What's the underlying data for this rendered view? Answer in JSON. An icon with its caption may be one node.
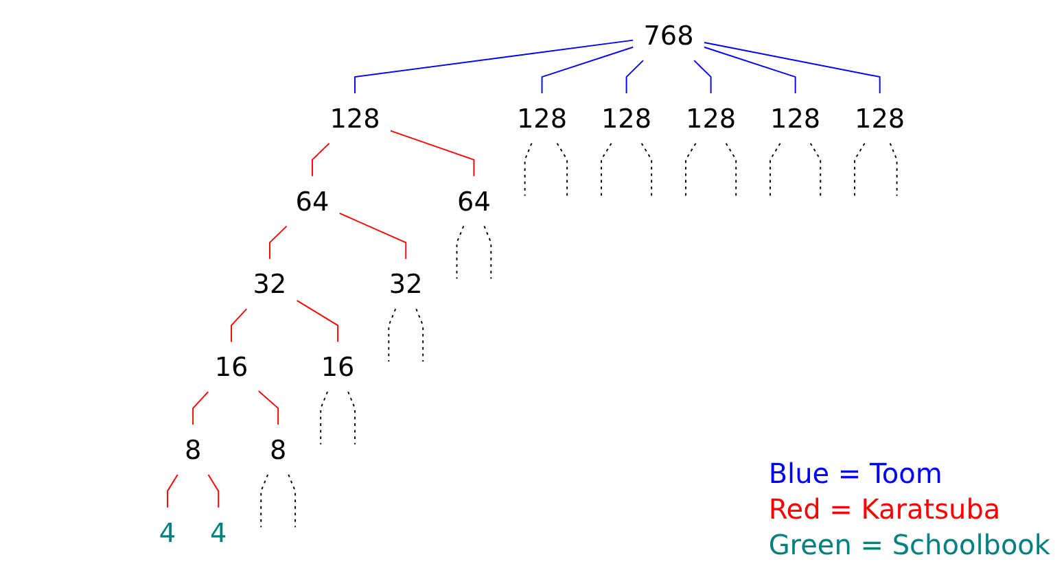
{
  "diagram": {
    "nodes": [
      {
        "text": [
          "768"
        ]
      },
      {
        "text": [
          "128"
        ]
      },
      {
        "text": [
          "128"
        ]
      },
      {
        "text": [
          "128"
        ]
      },
      {
        "text": [
          "128"
        ]
      },
      {
        "text": [
          "128"
        ]
      },
      {
        "text": [
          "128"
        ]
      },
      {
        "text": [
          "64"
        ]
      },
      {
        "text": [
          "64"
        ]
      },
      {
        "text": [
          "32"
        ]
      },
      {
        "text": [
          "32"
        ]
      },
      {
        "text": [
          "16"
        ]
      },
      {
        "text": [
          "16"
        ]
      },
      {
        "text": [
          "8"
        ]
      },
      {
        "text": [
          "8"
        ]
      },
      {
        "text": [
          "4"
        ]
      },
      {
        "text": [
          "4"
        ]
      }
    ],
    "edges": [
      {
        "from": 0,
        "to": 1,
        "arrow": "none",
        "color": "#0000ff"
      },
      {
        "from": 0,
        "to": 2,
        "arrow": "none",
        "color": "#0000ff"
      },
      {
        "from": 0,
        "to": 3,
        "arrow": "none",
        "color": "#0000ff"
      },
      {
        "from": 0,
        "to": 4,
        "arrow": "none",
        "color": "#0000ff"
      },
      {
        "from": 0,
        "to": 5,
        "arrow": "none",
        "color": "#0000ff"
      },
      {
        "from": 0,
        "to": 6,
        "arrow": "none",
        "color": "#0000ff"
      },
      {
        "from": 1,
        "to": null,
        "arrow": "none",
        "style": "dashed"
      },
      {
        "from": 1,
        "to": null,
        "arrow": "none",
        "style": "dashed"
      },
      {
        "from": 2,
        "to": null,
        "arrow": "none",
        "style": "dashed"
      },
      {
        "from": 2,
        "to": null,
        "arrow": "none",
        "style": "dashed"
      },
      {
        "from": 3,
        "to": null,
        "arrow": "none",
        "style": "dashed"
      },
      {
        "from": 3,
        "to": null,
        "arrow": "none",
        "style": "dashed"
      },
      {
        "from": 4,
        "to": 7,
        "arrow": "none",
        "color": "#ff0000"
      },
      {
        "from": 4,
        "to": 8,
        "arrow": "none",
        "color": "#ff0000"
      },
      {
        "from": 5,
        "to": null,
        "arrow": "none",
        "style": "dashed"
      },
      {
        "from": 5,
        "to": null,
        "arrow": "none",
        "style": "dashed"
      },
      {
        "from": 6,
        "to": null,
        "arrow": "none",
        "style": "dashed"
      },
      {
        "from": 6,
        "to": null,
        "arrow": "none",
        "style": "dashed"
      },
      {
        "from": 7,
        "to": 9,
        "arrow": "none",
        "color": "#ff0000"
      },
      {
        "from": 7,
        "to": 10,
        "arrow": "none",
        "color": "#ff0000"
      },
      {
        "from": 8,
        "to": null,
        "arrow": "none",
        "style": "dashed"
      },
      {
        "from": 8,
        "to": null,
        "arrow": "none",
        "style": "dashed"
      },
      {
        "from": 9,
        "to": 11,
        "arrow": "none",
        "color": "#ff0000"
      },
      {
        "from": 9,
        "to": 12,
        "arrow": "none",
        "color": "#ff0000"
      },
      {
        "from": 10,
        "to": null,
        "arrow": "none",
        "style": "dashed"
      },
      {
        "from": 10,
        "to": null,
        "arrow": "none",
        "style": "dashed"
      },
      {
        "from": 11,
        "to": 13,
        "arrow": "none",
        "color": "#ff0000"
      },
      {
        "from": 11,
        "to": 14,
        "arrow": "none",
        "color": "#ff0000"
      },
      {
        "from": 12,
        "to": null,
        "arrow": "none",
        "style": "dashed"
      },
      {
        "from": 12,
        "to": null,
        "arrow": "none",
        "style": "dashed"
      },
      {
        "from": 13,
        "to": 15,
        "arrow": "none",
        "color": "#ff0000"
      },
      {
        "from": 13,
        "to": 16,
        "arrow": "none",
        "color": "#ff0000"
      },
      {
        "from": 14,
        "to": null,
        "arrow": "none",
        "style": "dashed"
      },
      {
        "from": 14,
        "to": null,
        "arrow": "none",
        "style": "dashed"
      }
    ],
    "legend": [
      {
        "text": "Blue = Toom",
        "color": "#0000ff"
      },
      {
        "text": "Red = Karatsuba",
        "color": "#ff0000"
      },
      {
        "text": "Green = Schoolbook",
        "color": "#008080"
      }
    ]
  }
}
